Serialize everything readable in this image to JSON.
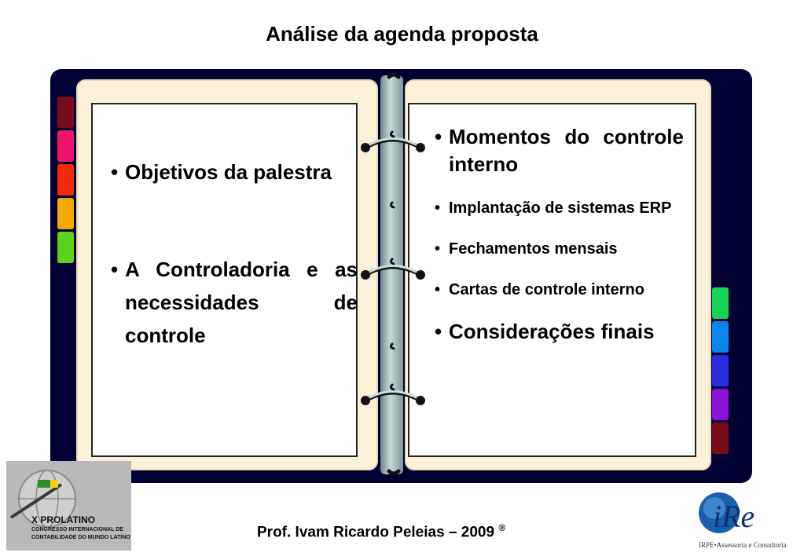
{
  "header": {
    "title": "Análise da agenda proposta"
  },
  "left_page": {
    "items": [
      "Objetivos da palestra",
      "A Controladoria e as necessidades de controle"
    ]
  },
  "right_page": {
    "items": [
      {
        "text": "Momentos do controle interno",
        "size": "large"
      },
      {
        "text": "Implantação de sistemas ERP",
        "size": "small"
      },
      {
        "text": "Fechamentos mensais",
        "size": "small"
      },
      {
        "text": "Cartas de controle interno",
        "size": "small"
      },
      {
        "text": "Considerações finais",
        "size": "large"
      }
    ]
  },
  "footer": {
    "author": "Prof. Ivam Ricardo Peleias – 2009",
    "mark": "®"
  },
  "logos": {
    "left": {
      "line1": "X PROLATINO",
      "line2": "CONGRESSO INTERNACIONAL DE",
      "line3": "CONTABILIDADE DO MUNDO LATINO"
    },
    "right": {
      "mark": "iRe",
      "caption": "IRPE•Assessoria e Consultoria"
    }
  },
  "colors": {
    "binder": "#000033",
    "left_tabs": [
      "#7a0c1e",
      "#f0146e",
      "#f02a0a",
      "#f5a800",
      "#5cd11e"
    ],
    "right_tabs": [
      "#17d454",
      "#0a86e8",
      "#2a2ae0",
      "#8a12d6",
      "#7a0c1e"
    ]
  }
}
